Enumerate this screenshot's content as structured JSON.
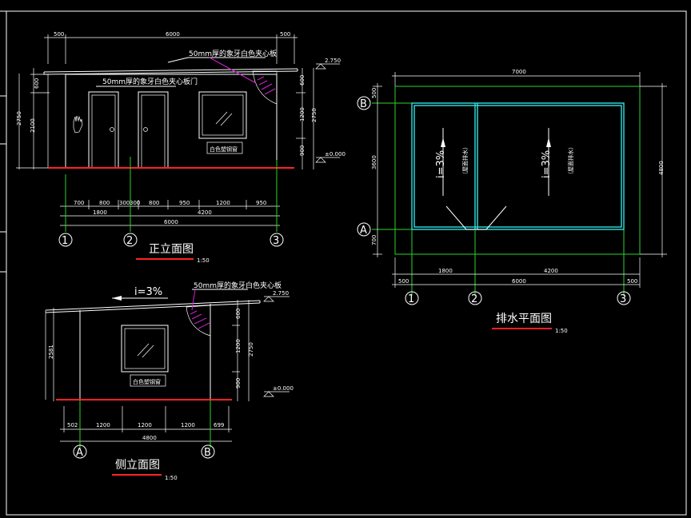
{
  "front": {
    "title": "正立面图",
    "scale": "1:50",
    "top_dims": [
      "500",
      "6000",
      "500"
    ],
    "bottom_dims_row1": [
      "700",
      "800",
      "300",
      "300",
      "800",
      "950",
      "1200",
      "950"
    ],
    "bottom_dims_row2": [
      "1800",
      "4200"
    ],
    "total": "6000",
    "left_dims": [
      "600",
      "2100"
    ],
    "left_total": "2750",
    "right_dims": [
      "600",
      "1200",
      "900"
    ],
    "right_total": "2750",
    "elev_top": "2.750",
    "elev_zero": "±0.000",
    "panel_note": "50mm厚的象牙白色夹心板",
    "door_note": "50mm厚的象牙白色夹心板门",
    "window_note": "白色塑钢窗",
    "axes": [
      "1",
      "2",
      "3"
    ]
  },
  "side": {
    "title": "侧立面图",
    "scale": "1:50",
    "slope": "i=3%",
    "panel_note": "50mm厚的象牙白色夹心板",
    "window_note": "白色塑钢窗",
    "left_total": "2581",
    "right_dims": [
      "600",
      "1200",
      "900"
    ],
    "right_total": "2750",
    "elev_top": "2.750",
    "elev_zero": "±0.000",
    "bottom_dims": [
      "502",
      "1200",
      "1200",
      "1200",
      "699"
    ],
    "total": "4800",
    "axes": [
      "A",
      "B"
    ]
  },
  "plan": {
    "title": "排水平面图",
    "scale": "1:50",
    "top_dim": "7000",
    "left_dims": [
      "500",
      "3600",
      "700"
    ],
    "right_dim": "4800",
    "bottom_dims_row1": [
      "1800",
      "4200"
    ],
    "bottom_dims_row2": [
      "500",
      "6000",
      "500"
    ],
    "slope_left": "i=3%",
    "slope_right": "i=3%",
    "slope_note": "（屋面排水）",
    "axes_bottom": [
      "1",
      "2",
      "3"
    ],
    "axes_left": [
      "B",
      "A"
    ]
  },
  "colors": {
    "background": "#000000",
    "line": "#ffffff",
    "green": "#2bd42b",
    "cyan": "#2fe3e3",
    "red": "#ff2222",
    "magenta": "#d021d0"
  }
}
